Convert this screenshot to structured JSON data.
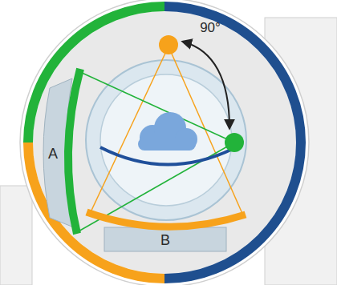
{
  "diagram": {
    "labels": [
      "90°",
      "A",
      "B"
    ]
  }
}
